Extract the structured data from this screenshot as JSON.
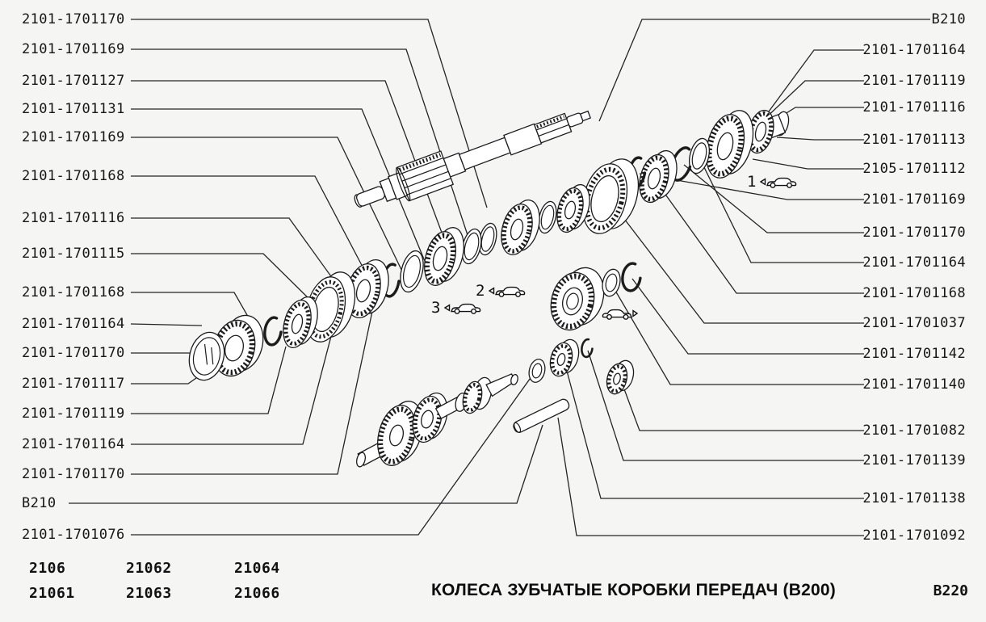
{
  "page": {
    "title": "КОЛЕСА ЗУБЧАТЫЕ КОРОБКИ ПЕРЕДАЧ (В200)",
    "page_code": "В220",
    "colors": {
      "background": "#f5f5f3",
      "ink": "#1a1a1a"
    }
  },
  "labels_left": [
    "2101-1701170",
    "2101-1701169",
    "2101-1701127",
    "2101-1701131",
    "2101-1701169",
    "2101-1701168",
    "2101-1701116",
    "2101-1701115",
    "2101-1701168",
    "2101-1701164",
    "2101-1701170",
    "2101-1701117",
    "2101-1701119",
    "2101-1701164",
    "2101-1701170",
    "В210",
    "2101-1701076"
  ],
  "labels_right": [
    "В210",
    "2101-1701164",
    "2101-1701119",
    "2101-1701116",
    "2101-1701113",
    "2105-1701112",
    "2101-1701169",
    "2101-1701170",
    "2101-1701164",
    "2101-1701168",
    "2101-1701037",
    "2101-1701142",
    "2101-1701140",
    "2101-1701082",
    "2101-1701139",
    "2101-1701138",
    "2101-1701092"
  ],
  "models": [
    [
      "2106",
      "21061"
    ],
    [
      "21062",
      "21063"
    ],
    [
      "21064",
      "21066"
    ]
  ],
  "markers": [
    "1",
    "2",
    "3"
  ],
  "icons": {
    "variant_marker": "car-icon"
  }
}
